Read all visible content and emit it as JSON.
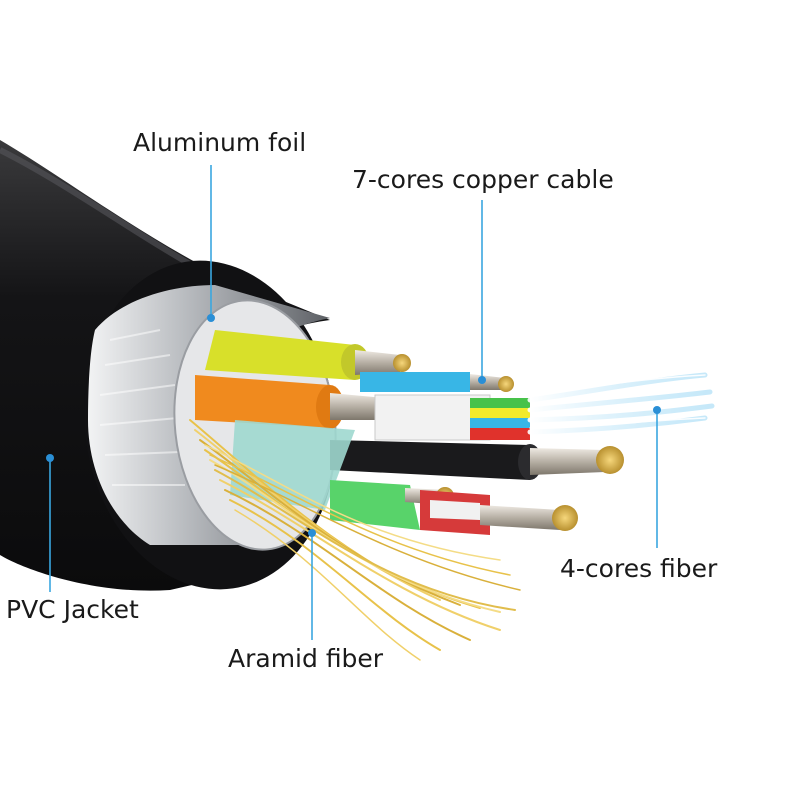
{
  "labels": {
    "aluminum_foil": "Aluminum foil",
    "copper_cable": "7-cores copper cable",
    "fiber_cores": "4-cores fiber",
    "pvc_jacket": "PVC Jacket",
    "aramid_fiber": "Aramid fiber"
  },
  "colors": {
    "jacket": "#1c1c1e",
    "foil": "#c9ccd0",
    "leader_line": "#3aa7e0",
    "copper": "#c8c3bb",
    "aramid": "#e8c24a",
    "fiber_glow": "#bfe8fb"
  }
}
